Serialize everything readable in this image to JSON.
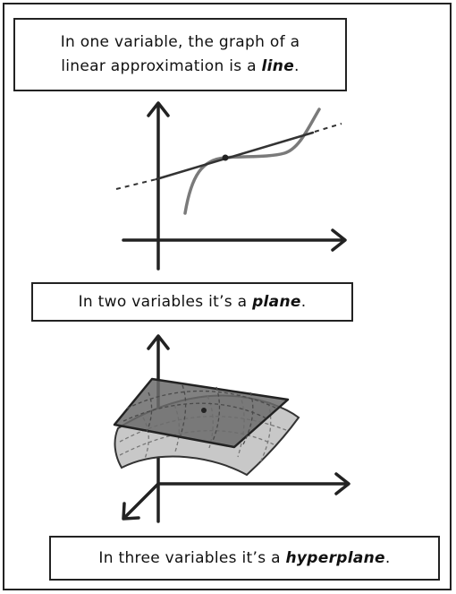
{
  "captions": {
    "one_variable": {
      "line1": "In one variable, the graph of a",
      "line2_prefix": "linear approximation is a ",
      "emphasis": "line",
      "suffix": "."
    },
    "two_variables": {
      "prefix": "In two variables it’s a ",
      "emphasis": "plane",
      "suffix": "."
    },
    "three_variables": {
      "prefix": "In three variables it’s a ",
      "emphasis": "hyperplane",
      "suffix": "."
    }
  },
  "colors": {
    "ink": "#222222",
    "curve": "#7a7a7a",
    "surface": "#c8c8c8",
    "plane": "#6b6b6b"
  }
}
